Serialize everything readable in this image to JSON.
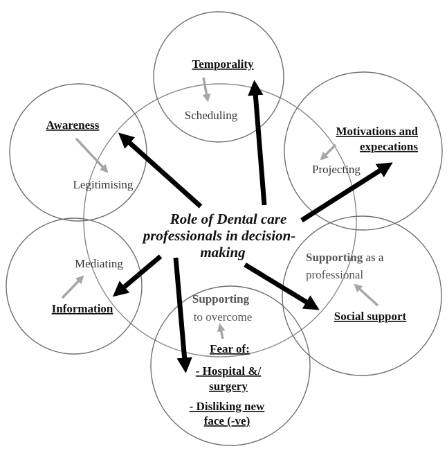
{
  "diagram": {
    "center": {
      "line1": "Role of Dental care",
      "line2": "professionals in decision-",
      "line3": "making"
    },
    "temporality": {
      "heading": "Temporality",
      "process": "Scheduling"
    },
    "awareness": {
      "heading": "Awareness",
      "process": "Legitimising"
    },
    "motivations": {
      "heading_line1": "Motivations and",
      "heading_line2": "expecations",
      "process": "Projecting"
    },
    "information": {
      "heading": "Information",
      "process": "Mediating"
    },
    "social": {
      "heading": "Social support",
      "process_bold": "Supporting",
      "process_rest1": " as a",
      "process_line2": "professional"
    },
    "fear": {
      "process_bold": "Supporting",
      "process_line2": "to overcome",
      "heading": "Fear of:",
      "item1_line1": "- Hospital &/",
      "item1_line2": "surgery",
      "item2_line1": "- Disliking new",
      "item2_line2": "face (-ve)"
    },
    "colors": {
      "dark_arrow": "#000000",
      "light_arrow": "#a6a6a6",
      "circle_stroke": "#6f6f6f"
    }
  }
}
